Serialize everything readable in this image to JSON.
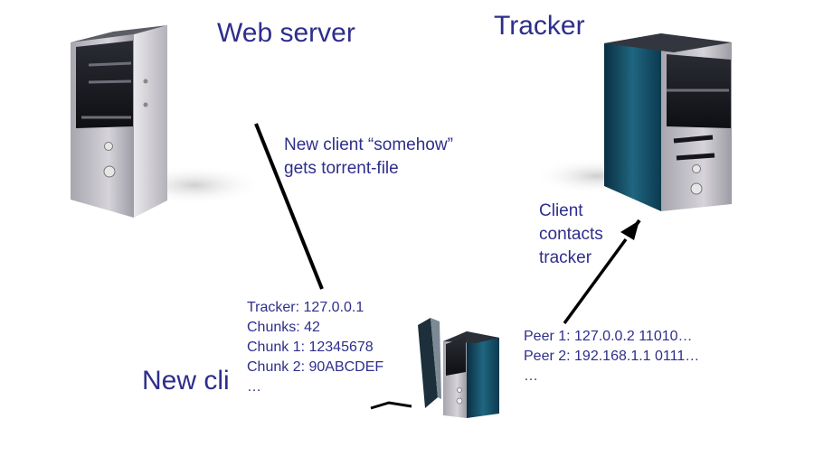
{
  "labels": {
    "web_server": "Web server",
    "tracker": "Tracker",
    "new_client": "New cli",
    "torrent_note": [
      "New client “somehow”",
      "gets torrent-file"
    ],
    "contact_note": [
      "Client",
      "contacts",
      "tracker"
    ]
  },
  "torrent_file": [
    "Tracker: 127.0.0.1",
    "Chunks: 42",
    "Chunk 1: 12345678",
    "Chunk 2: 90ABCDEF",
    "…"
  ],
  "peer_list": [
    "Peer 1: 127.0.0.2 11010…",
    "Peer 2: 192.168.1.1 0111…",
    "…"
  ],
  "colors": {
    "text": "#2e2e8c",
    "arrow": "#000000",
    "server_gray": "#b9b7be",
    "tracker_teal": "#0f3f55"
  }
}
